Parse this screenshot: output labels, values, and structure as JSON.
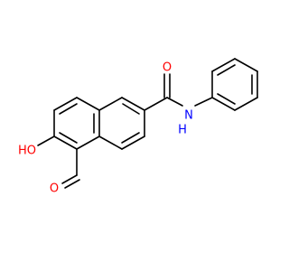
{
  "molecule": {
    "atoms": {
      "amide_oxygen": {
        "symbol": "O",
        "color": "#ff0000"
      },
      "amide_nitrogen": {
        "symbol": "N",
        "color": "#0000ff"
      },
      "amide_hydrogen": {
        "symbol": "H",
        "color": "#0000ff"
      },
      "hydroxyl_label": {
        "symbol": "HO",
        "color": "#ff0000"
      },
      "aldehyde_oxygen": {
        "symbol": "O",
        "color": "#ff0000"
      }
    }
  }
}
